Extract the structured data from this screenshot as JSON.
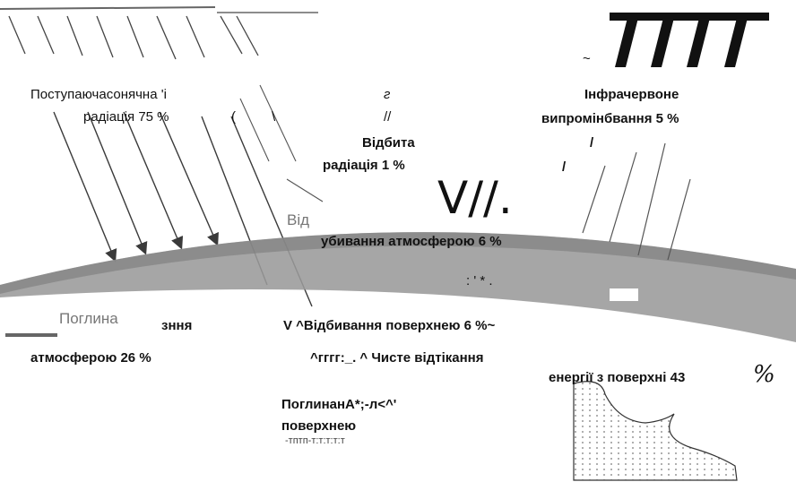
{
  "labels": {
    "incoming_1": "Поступаючасонячна 'і",
    "incoming_2": "радіація 75 %",
    "glyph_g": "г",
    "slashes": "//",
    "backslash": "\\",
    "comma_mark": "(",
    "infrared_1": "Інфрачервоне",
    "infrared_2": "випромінбвання    5  %",
    "reflected_1": "Відбита",
    "reflected_2": "радіація 1 %",
    "slash_1": "/",
    "slash_2": "/",
    "tilde": "~",
    "big_vv": "V//.",
    "atm_reflection": "убивання атмосферою 6 %",
    "faded_vid": "Від",
    "dots": ": ' * .",
    "absorb_faded": "Поглина",
    "absorb_suffix": "зння",
    "absorb_atm": "атмосферою 26 %",
    "surface_reflection": "V ^Відбивання поверхнею 6 %~",
    "net_emission_1": "^гггг:_. ^ Чисте відтікання",
    "net_emission_2": "енергії з поверхні 43",
    "percent_big": "%",
    "absorbed_surface_1": "ПоглинанА*;-л<^'",
    "absorbed_surface_2": "поверхнею",
    "absorbed_surface_3": "-тптп-т:т:т:т:т"
  },
  "colors": {
    "band": "#9a9a9a",
    "band_dark": "#7c7c7c",
    "ink": "#1a1a1a"
  }
}
